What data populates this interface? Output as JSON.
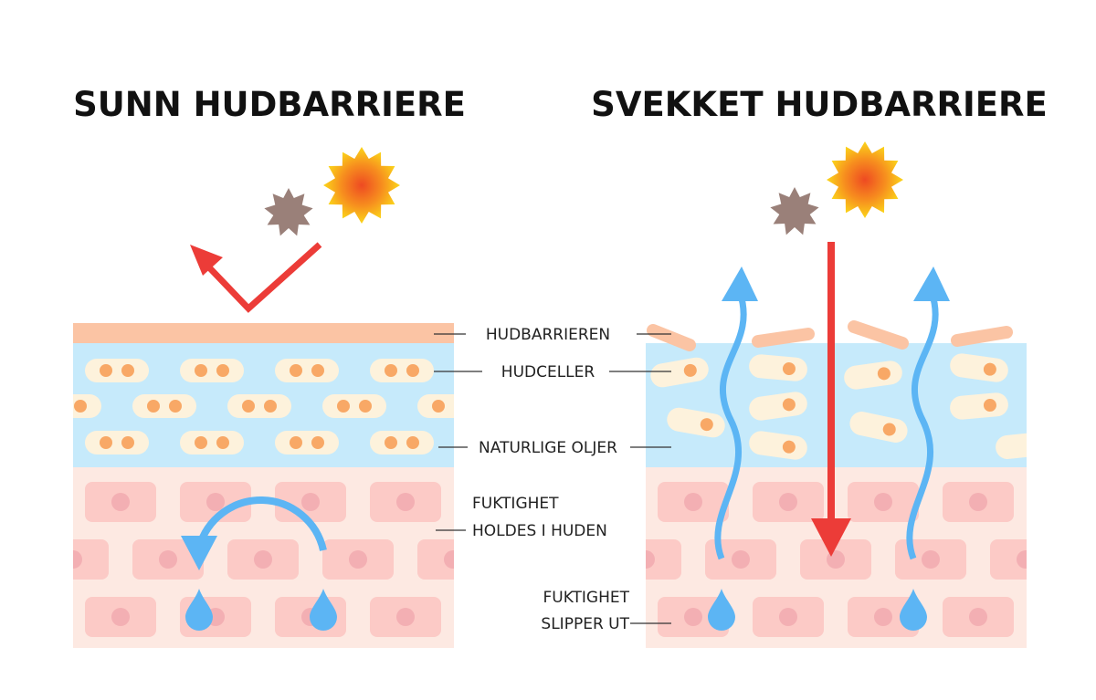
{
  "titles": {
    "healthy": "SUNN HUDBARRIERE",
    "weakened": "SVEKKET HUDBARRIERE"
  },
  "labels": {
    "barrier": "HUDBARRIEREN",
    "cells": "HUDCELLER",
    "oils": "NATURLIGE OLJER",
    "moisture_kept_1": "FUKTIGHET",
    "moisture_kept_2": "HOLDES I HUDEN",
    "moisture_lost_1": "FUKTIGHET",
    "moisture_lost_2": "SLIPPER UT"
  },
  "colors": {
    "barrier": "#fbc4a4",
    "upper_layer": "#c6eafb",
    "skin_cell": "#fdf2dc",
    "oil_dot": "#f8a866",
    "lower_layer": "#fde9e2",
    "lower_cell": "#fccac6",
    "nucleus": "#f3afb3",
    "moisture_arrow": "#5cb5f4",
    "uv_arrow": "#ec3c38",
    "pollution": "#9a8079"
  },
  "icons": [
    "sun-icon",
    "pollution-particle-icon",
    "water-drop-icon",
    "arrow-icon"
  ]
}
